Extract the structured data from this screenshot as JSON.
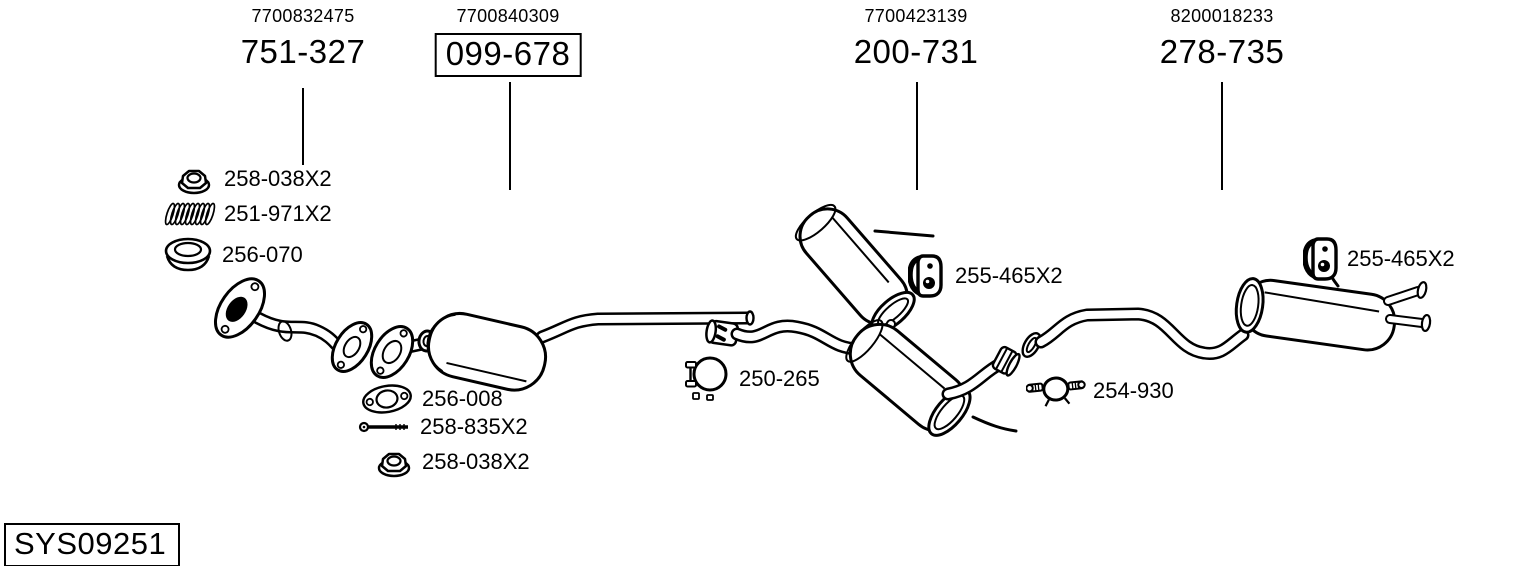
{
  "canvas": {
    "background": "#ffffff",
    "line_color": "#000000"
  },
  "header_columns": [
    {
      "oem_number": "7700832475",
      "part_number": "751-327",
      "boxed": false
    },
    {
      "oem_number": "7700840309",
      "part_number": "099-678",
      "boxed": true
    },
    {
      "oem_number": "7700423139",
      "part_number": "200-731",
      "boxed": false
    },
    {
      "oem_number": "8200018233",
      "part_number": "278-735",
      "boxed": false
    }
  ],
  "front_pipe_parts": [
    {
      "part_number": "258-038X2",
      "icon": "flange-nut-icon"
    },
    {
      "part_number": "251-971X2",
      "icon": "coil-spring-icon"
    },
    {
      "part_number": "256-070",
      "icon": "ring-gasket-icon"
    }
  ],
  "catalyst_parts": [
    {
      "part_number": "256-008",
      "icon": "oval-gasket-icon"
    },
    {
      "part_number": "258-835X2",
      "icon": "bolt-icon"
    },
    {
      "part_number": "258-038X2",
      "icon": "flange-nut-icon"
    }
  ],
  "callouts": [
    {
      "part_number": "250-265",
      "icon": "pipe-clamp-icon"
    },
    {
      "part_number": "255-465X2",
      "icon": "rubber-hanger-icon"
    },
    {
      "part_number": "254-930",
      "icon": "double-bolt-clamp-icon"
    },
    {
      "part_number": "255-465X2",
      "icon": "rubber-hanger-icon"
    }
  ],
  "system_code": "SYS09251"
}
